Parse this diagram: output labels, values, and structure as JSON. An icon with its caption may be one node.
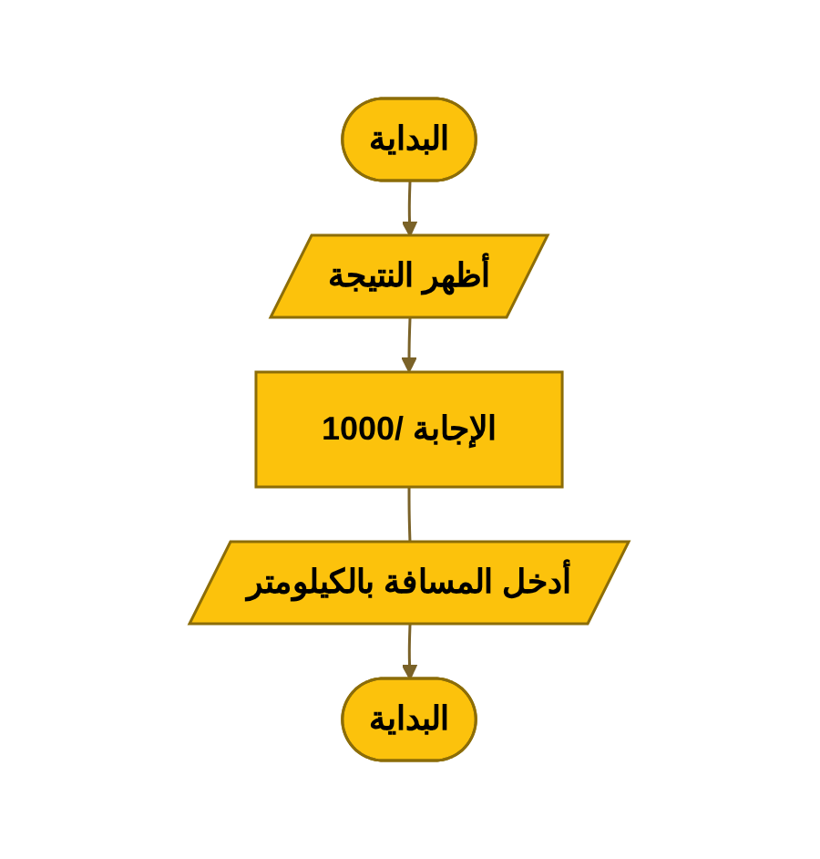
{
  "diagram": {
    "nodes": [
      {
        "text": [
          "البداية"
        ]
      },
      {
        "text": [
          "أظهر النتيجة"
        ]
      },
      {
        "text": [
          "الإجابة /1000"
        ]
      },
      {
        "text": [
          "أدخل المسافة بالكيلومتر"
        ]
      },
      {
        "text": [
          "البداية"
        ]
      }
    ],
    "edges": [
      {
        "from": 0,
        "to": 1,
        "arrow": "to"
      },
      {
        "from": 1,
        "to": 2,
        "arrow": "to"
      },
      {
        "from": 2,
        "to": 3,
        "arrow": "none"
      },
      {
        "from": 3,
        "to": 4,
        "arrow": "to"
      }
    ]
  }
}
